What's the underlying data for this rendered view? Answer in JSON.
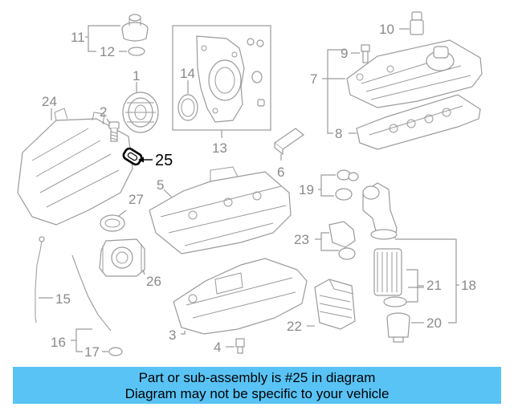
{
  "labels": {
    "l1": "1",
    "l2": "2",
    "l3": "3",
    "l4": "4",
    "l5": "5",
    "l6": "6",
    "l7": "7",
    "l8": "8",
    "l9": "9",
    "l10": "10",
    "l11": "11",
    "l12": "12",
    "l13": "13",
    "l14": "14",
    "l15": "15",
    "l16": "16",
    "l17": "17",
    "l18": "18",
    "l19": "19",
    "l20": "20",
    "l21": "21",
    "l22": "22",
    "l23": "23",
    "l24": "24",
    "l25": "25",
    "l26": "26",
    "l27": "27"
  },
  "highlight_part": "25",
  "colors": {
    "banner": "#59c3f5",
    "lines": "#9a9a9a",
    "highlight": "#000000"
  },
  "banner": {
    "line1": "Part or sub-assembly is #25 in diagram",
    "line2": "Diagram may not be specific to your vehicle"
  }
}
